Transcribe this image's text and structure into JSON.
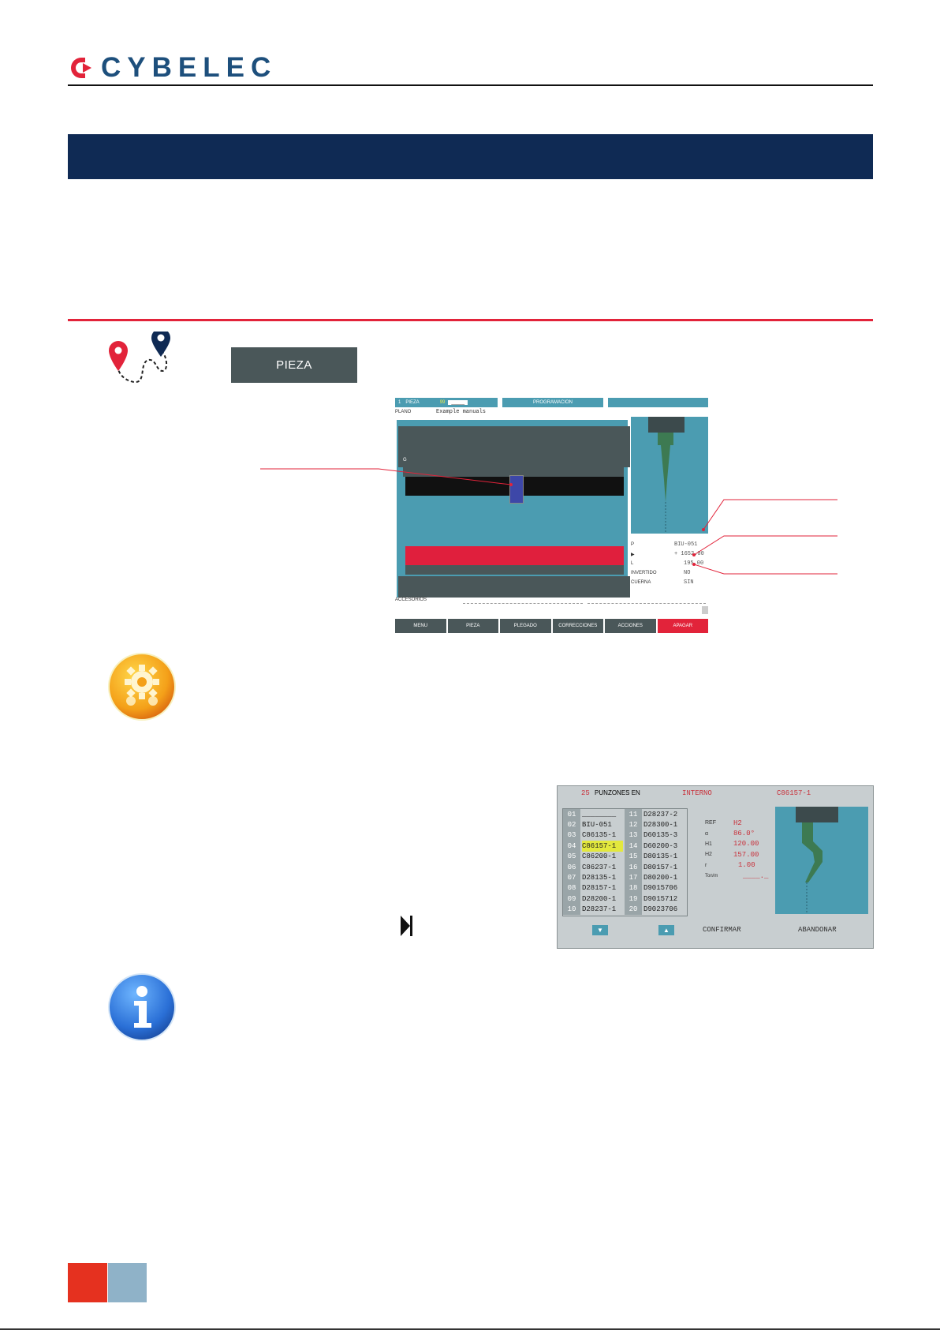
{
  "brand": {
    "name": "CYBELEC",
    "mark_color": "#e2233a",
    "text_color": "#1d4f7c"
  },
  "colors": {
    "title_band": "#0f2a54",
    "accent_red": "#e2233a",
    "screen_teal": "#4b9cb1",
    "key_gray": "#4a5759"
  },
  "icons": {
    "route": "route-pins-icon",
    "gear": "gear-badge-icon",
    "info": "info-icon",
    "step": "step-forward-icon"
  },
  "pieza_button": {
    "label": "PIEZA"
  },
  "main_screen": {
    "topbar": {
      "num": "1",
      "label": "PIEZA",
      "count": "99",
      "field": "_____",
      "section": "PROGRAMACION",
      "blank": ""
    },
    "plano_label": "PLANO",
    "plano_value": "Example manuals",
    "marker": "G",
    "info": [
      {
        "label": "P",
        "value": "BIU-051"
      },
      {
        "label": "▶",
        "value": "+ 1652.00"
      },
      {
        "label": "L",
        "value": "195.00"
      },
      {
        "label": "INVERTIDO",
        "value": "NO"
      },
      {
        "label": "CUERNA",
        "value": "SIN"
      }
    ],
    "accessories_label": "ACCESORIOS",
    "fkeys": [
      "MENU",
      "PIEZA",
      "PLEGADO",
      "CORRECCIONES",
      "ACCIONES",
      "APAGAR"
    ]
  },
  "tool_screen": {
    "count": "25",
    "title": "PUNZONES EN",
    "location": "INTERNO",
    "selected": "C86157-1",
    "left_nums": [
      "01",
      "02",
      "03",
      "04",
      "05",
      "06",
      "07",
      "08",
      "09",
      "10"
    ],
    "left_items": [
      "________",
      "BIU-051",
      "C86135-1",
      "C86157-1",
      "C86200-1",
      "C86237-1",
      "D28135-1",
      "D28157-1",
      "D28200-1",
      "D28237-1"
    ],
    "right_nums": [
      "11",
      "12",
      "13",
      "14",
      "15",
      "16",
      "17",
      "18",
      "19",
      "20"
    ],
    "right_items": [
      "D28237-2",
      "D28300-1",
      "D60135-3",
      "D60200-3",
      "D80135-1",
      "D80157-1",
      "D80200-1",
      "D9015706",
      "D9015712",
      "D9023706"
    ],
    "props": [
      {
        "label": "REF",
        "value": "H2"
      },
      {
        "label": "α",
        "value": "86.0°"
      },
      {
        "label": "H1",
        "value": "120.00"
      },
      {
        "label": "H2",
        "value": "157.00"
      },
      {
        "label": "r",
        "value": "1.00"
      },
      {
        "label": "Ton/m",
        "value": "____._"
      }
    ],
    "down": "▼",
    "up": "▲",
    "confirm": "CONFIRMAR",
    "cancel": "ABANDONAR"
  }
}
